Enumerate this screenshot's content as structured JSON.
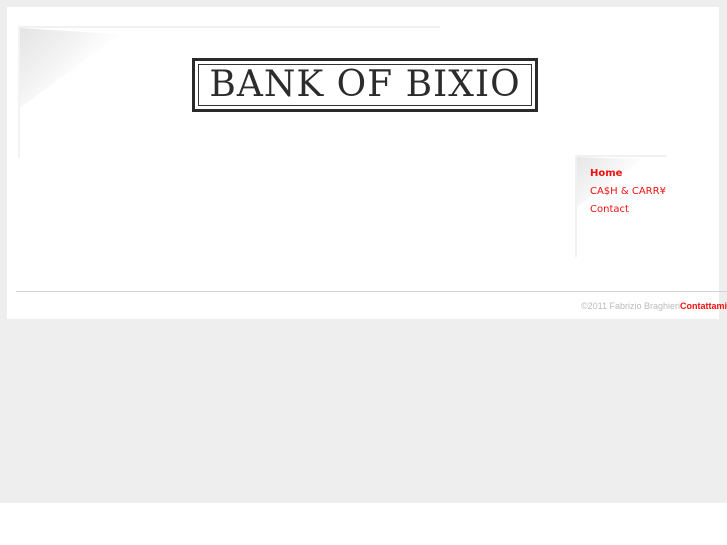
{
  "header": {
    "logo_text": "BANK OF BIXIO"
  },
  "nav": {
    "items": [
      {
        "label": "Home",
        "active": true
      },
      {
        "label": "CA$H & CARR¥",
        "active": false
      },
      {
        "label": "Contact",
        "active": false
      }
    ]
  },
  "footer": {
    "copyright": "©2011 Fabrizio Braghieri",
    "contact_link": "Contattami"
  },
  "colors": {
    "accent": "#ee1111",
    "background": "#eeeeee",
    "page": "#ffffff",
    "footer_text": "#bbbbbb"
  }
}
